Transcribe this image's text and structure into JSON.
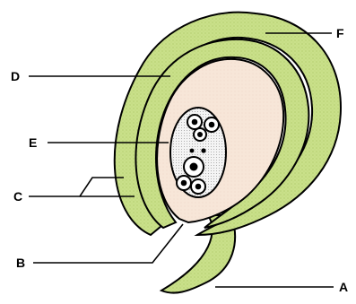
{
  "diagram": {
    "labels": {
      "A": "A",
      "B": "B",
      "C": "C",
      "D": "D",
      "E": "E",
      "F": "F"
    },
    "colors": {
      "integument": "#c9e08a",
      "integument_texture": "#aac761",
      "nucellus": "#f7e6d8",
      "embryo_sac": "#f2f2f2",
      "outline": "#000000"
    }
  }
}
